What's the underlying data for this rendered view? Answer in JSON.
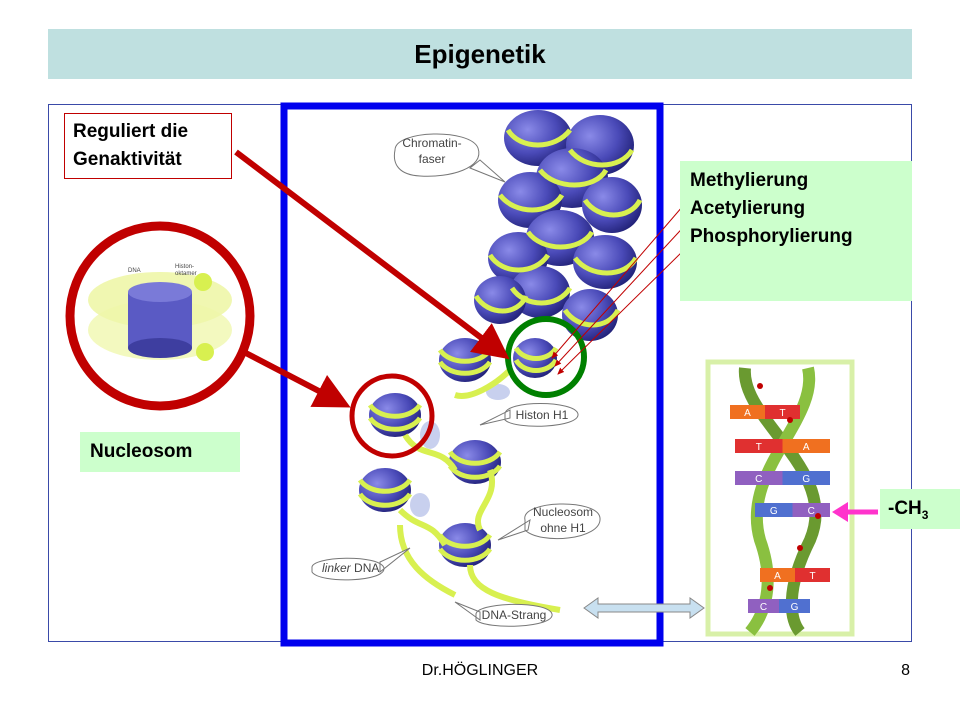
{
  "title": "Epigenetik",
  "labels": {
    "reguliert_line1": "Reguliert die",
    "reguliert_line2": "Genaktivität",
    "mod1": "Methylierung",
    "mod2": "Acetylierung",
    "mod3": "Phosphorylierung",
    "nucleosom": "Nucleosom",
    "ch3": "-CH",
    "ch3_sub": "3"
  },
  "diagram_labels": {
    "chromatin_line1": "Chromatin-",
    "chromatin_line2": "faser",
    "histon_h1": "Histon H1",
    "nucleosom_ohne_line1": "Nucleosom",
    "nucleosom_ohne_line2": "ohne H1",
    "linker_italic": "linker",
    "linker_rest": " DNA",
    "dna_strang": "DNA-Strang",
    "inset_dna": "DNA",
    "inset_histon_line1": "Histon-",
    "inset_histon_line2": "oktamer"
  },
  "dna_bases": [
    [
      "A",
      "T"
    ],
    [
      "T",
      "A"
    ],
    [
      "C",
      "G"
    ],
    [
      "G",
      "C"
    ],
    [
      "A",
      "T"
    ],
    [
      "C",
      "G"
    ]
  ],
  "footer": {
    "author": "Dr.HÖGLINGER",
    "page": "8"
  },
  "colors": {
    "title_bg": "#bfe0e0",
    "label_green": "#ccffcc",
    "frame_blue": "#0000ee",
    "arrow_red": "#c00000",
    "circle_green": "#008000",
    "arrow_magenta": "#ff33cc",
    "nucleosome_blue": "#4a4ab8",
    "dna_yellow": "#d8f050"
  }
}
